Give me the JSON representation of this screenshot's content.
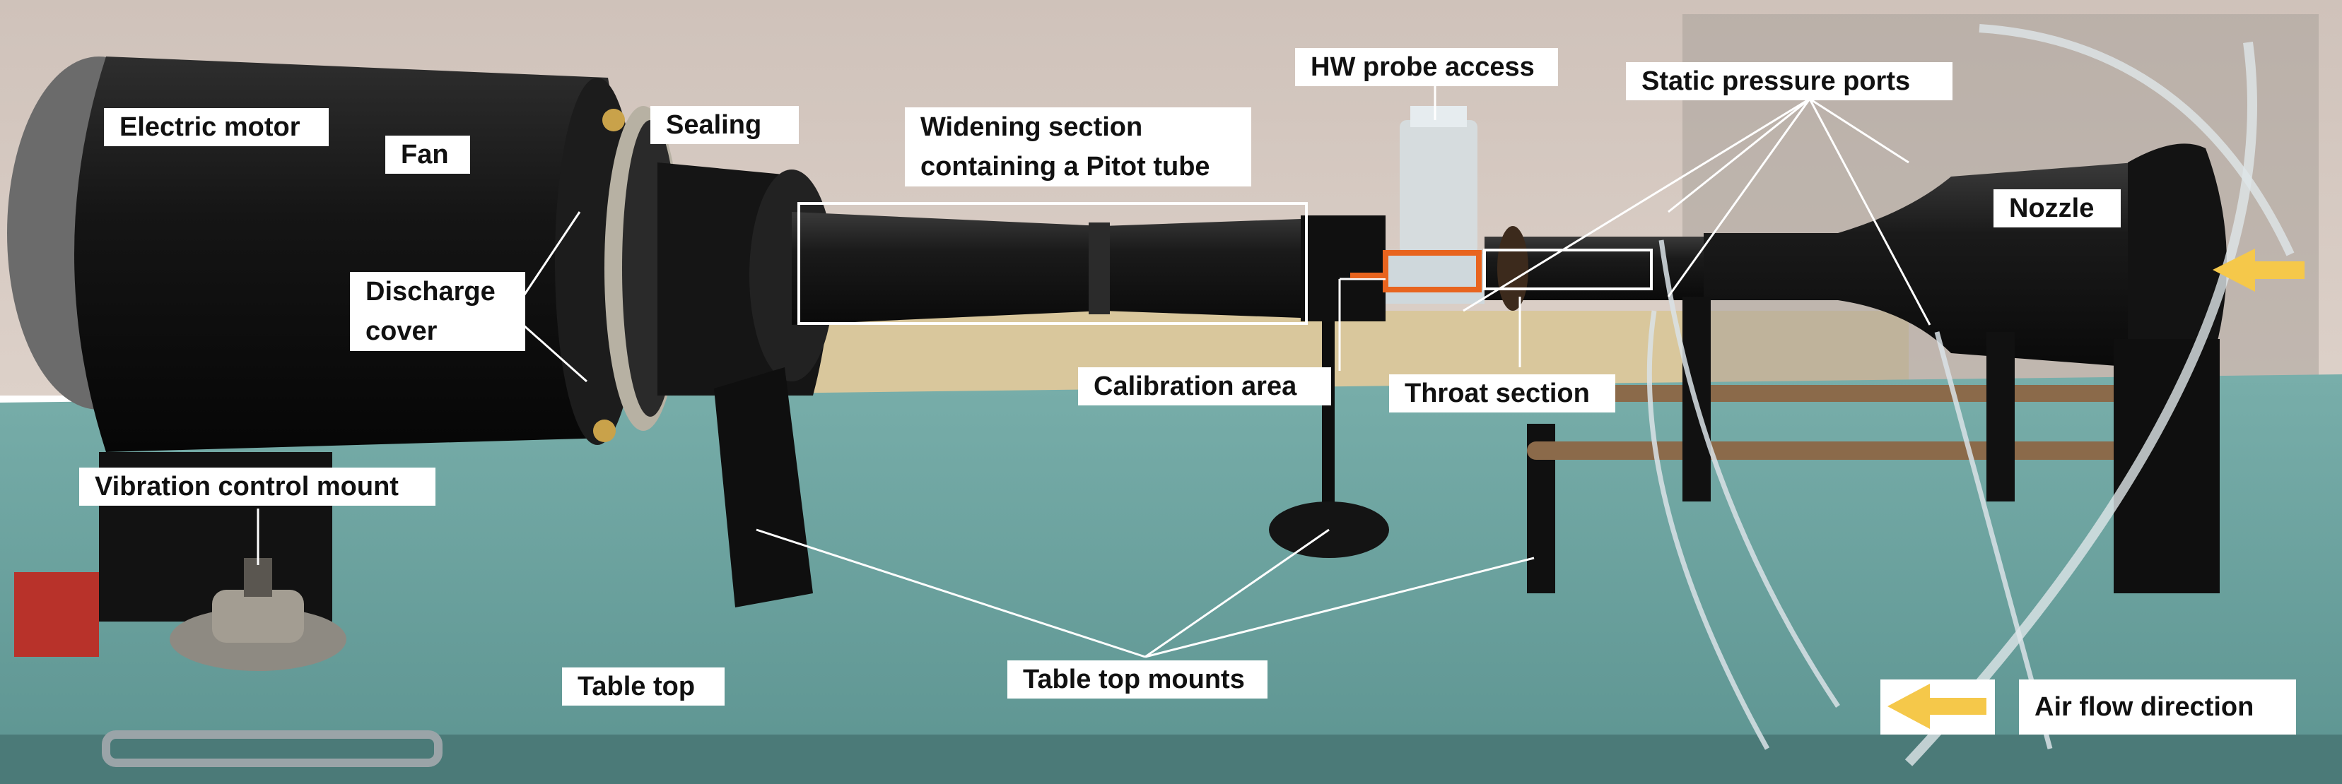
{
  "figure": {
    "labels": {
      "electric_motor": "Electric motor",
      "fan": "Fan",
      "sealing": "Sealing",
      "widening_section_line1": "Widening section",
      "widening_section_line2": "containing a Pitot tube",
      "hw_probe_access": "HW probe access",
      "static_pressure_ports": "Static pressure ports",
      "nozzle": "Nozzle",
      "discharge_cover_line1": "Discharge",
      "discharge_cover_line2": "cover",
      "calibration_area": "Calibration area",
      "throat_section": "Throat section",
      "vibration_control_mount": "Vibration control mount",
      "table_top": "Table top",
      "table_top_mounts": "Table top mounts",
      "air_flow_direction": "Air flow direction"
    },
    "colors": {
      "wall": "#d8ccc4",
      "table": "#6fa3a1",
      "tunnel_black": "#141414",
      "highlight_orange": "#e8641e",
      "arrow_yellow": "#f5c84a",
      "annotation_line": "#ffffff"
    }
  }
}
